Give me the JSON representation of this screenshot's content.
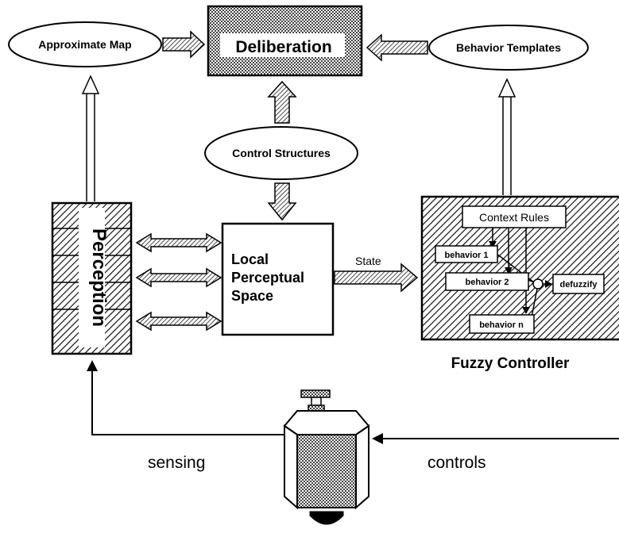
{
  "nodes": {
    "approximate_map": "Approximate Map",
    "deliberation": "Deliberation",
    "behavior_templates": "Behavior Templates",
    "control_structures": "Control Structures",
    "perception": "Perception",
    "local_perceptual_space_line1": "Local",
    "local_perceptual_space_line2": "Perceptual",
    "local_perceptual_space_line3": "Space",
    "context_rules": "Context Rules",
    "behavior_1": "behavior 1",
    "behavior_2": "behavior 2",
    "behavior_n": "behavior n",
    "defuzzify": "defuzzify",
    "fuzzy_controller": "Fuzzy Controller"
  },
  "edges": {
    "state": "State",
    "sensing": "sensing",
    "controls": "controls"
  }
}
